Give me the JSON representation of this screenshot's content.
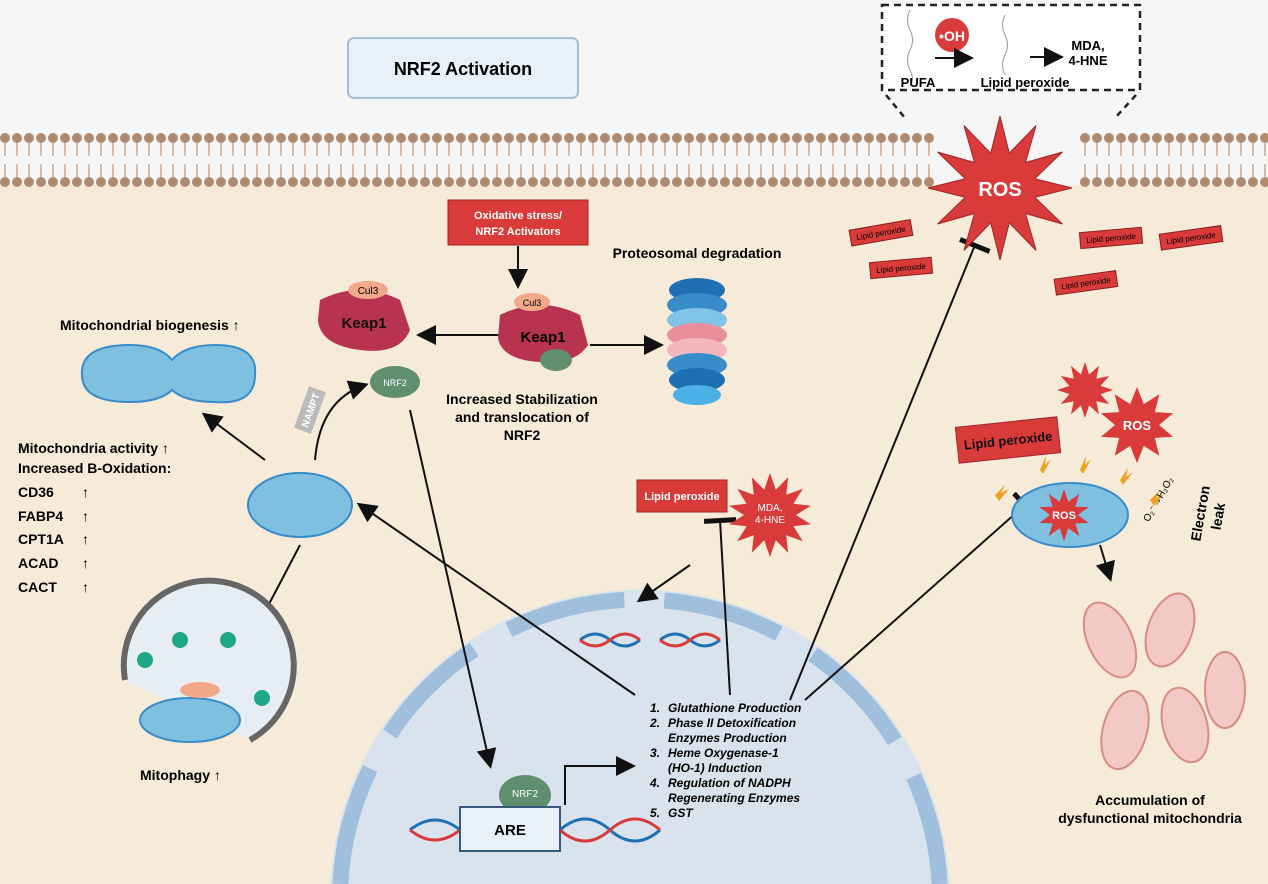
{
  "title": "NRF2 Activation",
  "colors": {
    "cytoplasm": "#f6ead9",
    "nucleus": "#d8e3ed",
    "nucleus_border": "#9fbfdc",
    "ros": "#d93a3a",
    "keap1": "#b8334f",
    "nrf2": "#5f8f6e",
    "mito": "#7fbfe0",
    "membrane": "#b08a6e"
  },
  "inset": {
    "reagent": "•OH",
    "pufa": "PUFA",
    "lipid_peroxide": "Lipid peroxide",
    "product": [
      "MDA,",
      "4-HNE"
    ]
  },
  "ros_label": "ROS",
  "stress_box": [
    "Oxidative stress/",
    "NRF2 Activators"
  ],
  "proteosomal": "Proteosomal degradation",
  "cul3": "Cul3",
  "keap1": "Keap1",
  "nrf2": "NRF2",
  "nampt": "NAMPT",
  "stabilization": [
    "Increased Stabilization",
    "and translocation of",
    "NRF2"
  ],
  "mito_biogenesis": "Mitochondrial biogenesis ↑",
  "mito_activity": [
    "Mitochondria activity ↑",
    "Increased B-Oxidation:"
  ],
  "markers": [
    {
      "name": "CD36",
      "arrow": "↑"
    },
    {
      "name": "FABP4",
      "arrow": "↑"
    },
    {
      "name": "CPT1A",
      "arrow": "↑"
    },
    {
      "name": "ACAD",
      "arrow": "↑"
    },
    {
      "name": "CACT",
      "arrow": "↑"
    }
  ],
  "mitophagy": "Mitophagy ↑",
  "lipid_peroxide": "Lipid peroxide",
  "mda": [
    "MDA,",
    "4-HNE"
  ],
  "are": "ARE",
  "outcomes": [
    {
      "num": "1.",
      "lines": [
        "Glutathione Production"
      ]
    },
    {
      "num": "2.",
      "lines": [
        "Phase II Detoxification",
        "Enzymes Production"
      ]
    },
    {
      "num": "3.",
      "lines": [
        "Heme Oxygenase-1",
        "(HO-1) Induction"
      ]
    },
    {
      "num": "4.",
      "lines": [
        "Regulation of NADPH",
        "Regenerating Enzymes"
      ]
    },
    {
      "num": "5.",
      "lines": [
        "GST"
      ]
    }
  ],
  "electron_leak": [
    "Electron",
    "leak"
  ],
  "h2o2": "O₂⁻→H₂O₂",
  "accumulation": [
    "Accumulation of",
    "dysfunctional mitochondria"
  ]
}
